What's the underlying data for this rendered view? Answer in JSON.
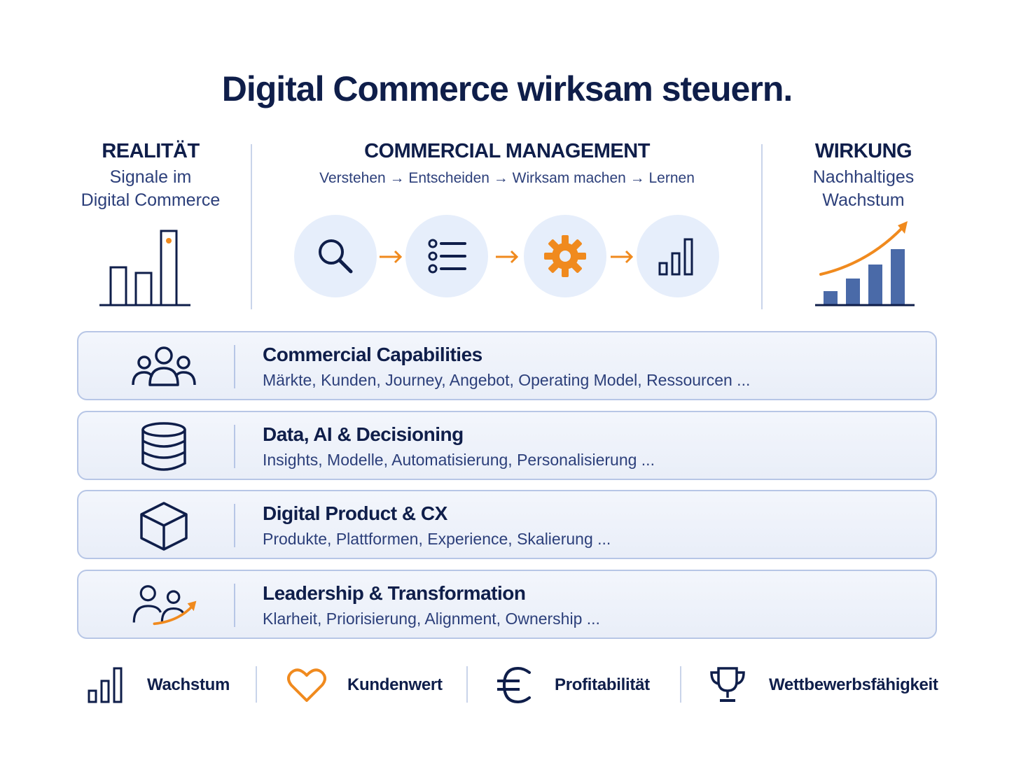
{
  "title": "Digital Commerce wirksam steuern.",
  "left": {
    "heading": "REALITÄT",
    "sub1": "Signale im",
    "sub2": "Digital Commerce",
    "icon": "bar-chart-signal-icon"
  },
  "center": {
    "heading": "COMMERCIAL MANAGEMENT",
    "flow": "Verstehen → Entscheiden → Wirksam machen → Lernen",
    "steps": [
      {
        "icon": "search-icon"
      },
      {
        "icon": "list-icon"
      },
      {
        "icon": "gear-icon"
      },
      {
        "icon": "bar-chart-icon"
      }
    ]
  },
  "right": {
    "heading": "WIRKUNG",
    "sub1": "Nachhaltiges",
    "sub2": "Wachstum",
    "icon": "growth-chart-icon"
  },
  "rows": [
    {
      "title": "Commercial Capabilities",
      "subtitle": "Märkte, Kunden, Journey, Angebot, Operating Model, Ressourcen ...",
      "icon": "people-group-icon"
    },
    {
      "title": "Data, AI & Decisioning",
      "subtitle": "Insights, Modelle, Automatisierung, Personalisierung ...",
      "icon": "database-icon"
    },
    {
      "title": "Digital Product & CX",
      "subtitle": "Produkte, Plattformen, Experience, Skalierung ...",
      "icon": "cube-icon"
    },
    {
      "title": "Leadership & Transformation",
      "subtitle": "Klarheit, Priorisierung, Alignment, Ownership ...",
      "icon": "people-growth-icon"
    }
  ],
  "kpis": [
    {
      "label": "Wachstum",
      "icon": "bar-chart-icon"
    },
    {
      "label": "Kundenwert",
      "icon": "heart-icon"
    },
    {
      "label": "Profitabilität",
      "icon": "euro-icon"
    },
    {
      "label": "Wettbewerbsfähigkeit",
      "icon": "trophy-icon"
    }
  ],
  "colors": {
    "navy": "#0f1e4a",
    "orange": "#f08a1e",
    "light_blue": "#e6eefb",
    "bar_blue": "#4a6aa8"
  }
}
